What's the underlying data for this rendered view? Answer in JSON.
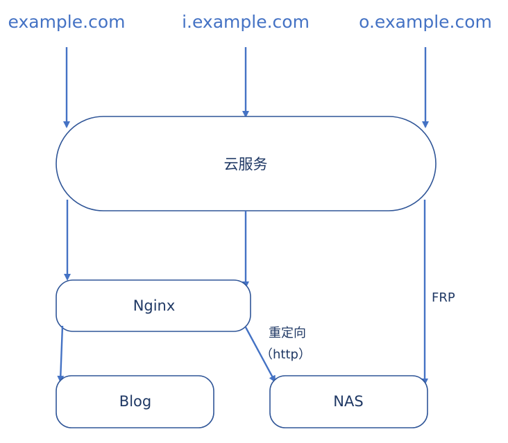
{
  "colors": {
    "line": "#4472c4",
    "node_border": "#2f5597",
    "domain_text": "#4472c4",
    "node_text": "#1f3864"
  },
  "domains": {
    "main": "example.com",
    "internal": "i.example.com",
    "outer": "o.example.com"
  },
  "nodes": {
    "cloud": "云服务",
    "nginx": "Nginx",
    "blog": "Blog",
    "nas": "NAS"
  },
  "edges": {
    "redirect_line1": "重定向",
    "redirect_line2": "（http）",
    "frp": "FRP"
  }
}
